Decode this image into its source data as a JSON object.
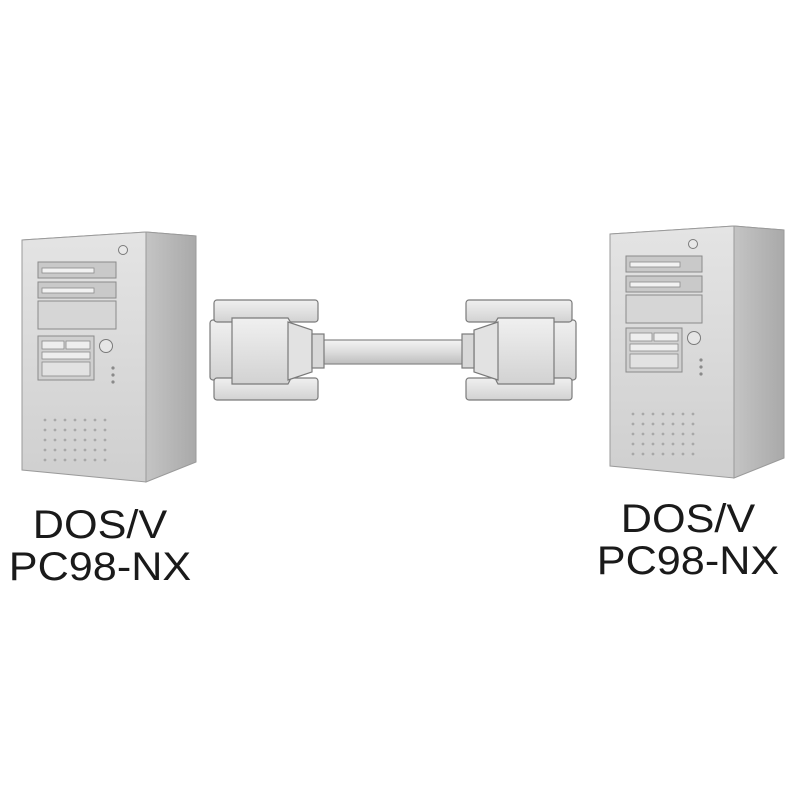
{
  "diagram": {
    "left_computer": {
      "line1": "DOS/V",
      "line2": "PC98-NX"
    },
    "right_computer": {
      "line1": "DOS/V",
      "line2": "PC98-NX"
    }
  },
  "colors": {
    "tower_front": "#d9d9d9",
    "tower_side": "#b5b5b5",
    "tower_top": "#ececec",
    "outline": "#8a8a8a",
    "cable": "#e6e6e6",
    "text": "#1a1a1a"
  }
}
